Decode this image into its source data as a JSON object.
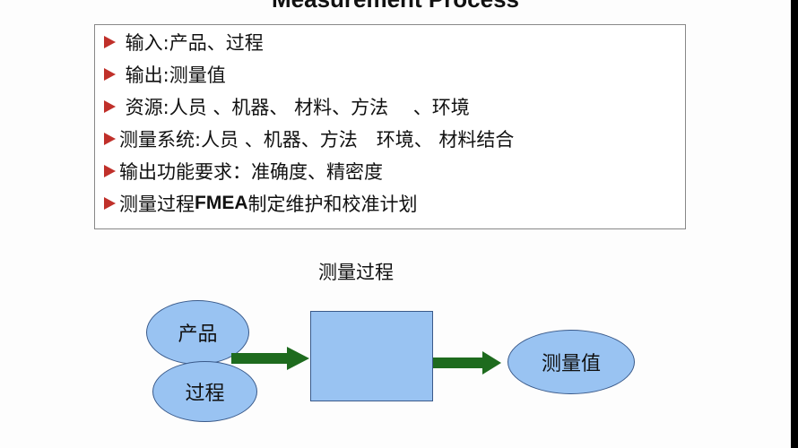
{
  "title": "Measurement Process",
  "bullets": [
    {
      "text": " 输入:产品、过程"
    },
    {
      "text": " 输出:测量值"
    },
    {
      "text": " 资源:人员 、机器、 材料、方法　 、环境"
    },
    {
      "text": "测量系统:人员 、机器、方法　环境、 材料结合"
    },
    {
      "text": "输出功能要求：准确度、精密度"
    },
    {
      "pre": "测量过程",
      "bold": "FMEA",
      "post": "制定维护和校准计划"
    }
  ],
  "diagram": {
    "title": "测量过程",
    "input1": "产品",
    "input2": "过程",
    "output": "测量值"
  },
  "colors": {
    "bullet": "#c0302a",
    "shape_fill": "#99c3f2",
    "arrow": "#1e6b1e"
  }
}
